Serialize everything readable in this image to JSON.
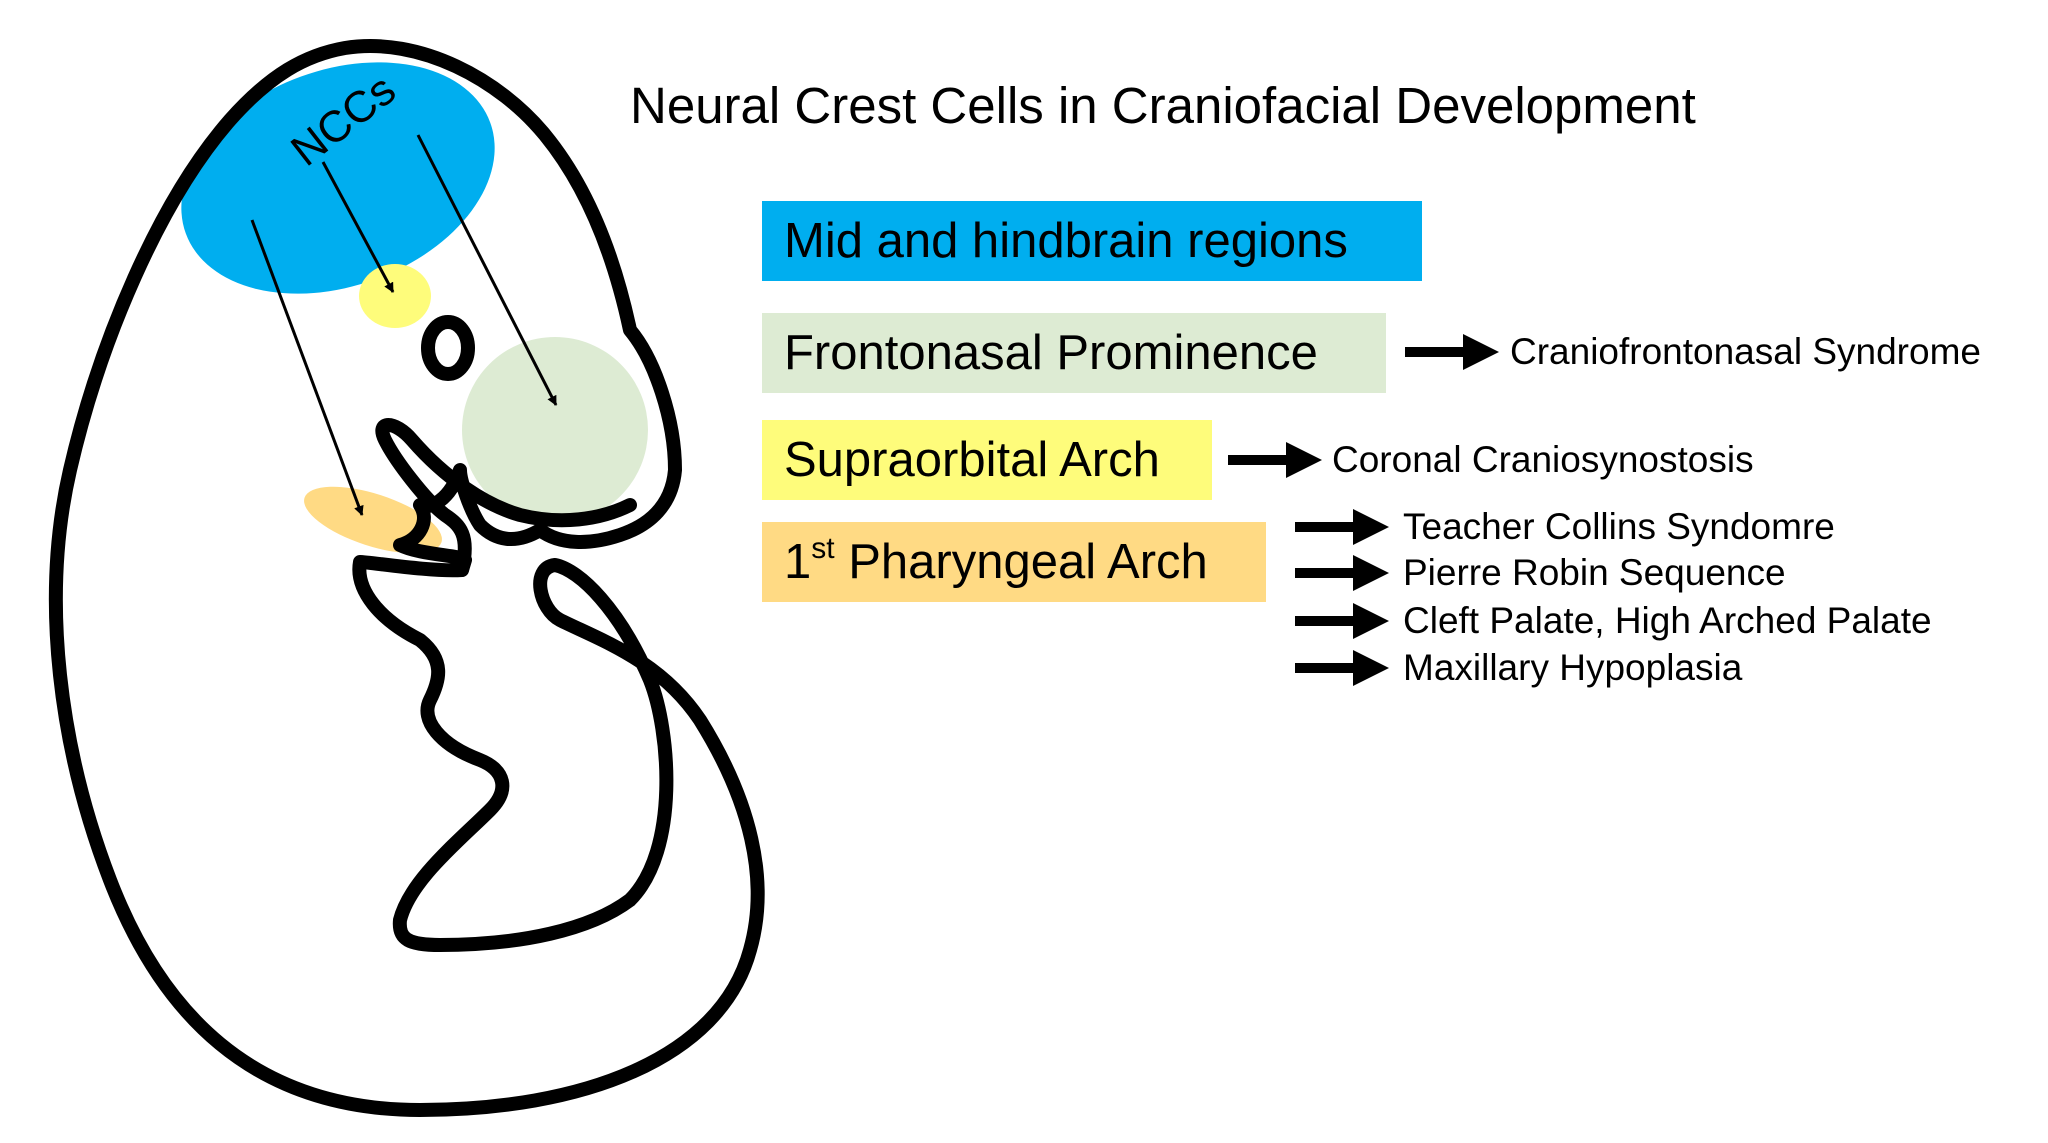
{
  "title": "Neural Crest Cells in Craniofacial Development",
  "embryo_label": "NCCs",
  "colors": {
    "ncc_blue": "#00AEEF",
    "frontonasal_green": "#DDEBD3",
    "supraorbital_yellow": "#FEFC7B",
    "pharyngeal_orange": "#FFDA84",
    "outline": "#000000"
  },
  "regions": {
    "mid_hindbrain": "Mid and hindbrain regions",
    "frontonasal": "Frontonasal Prominence",
    "supraorbital": "Supraorbital Arch",
    "pharyngeal_prefix": "1",
    "pharyngeal_sup": "st",
    "pharyngeal_suffix": " Pharyngeal Arch"
  },
  "outcomes": {
    "frontonasal": [
      "Craniofrontonasal Syndrome"
    ],
    "supraorbital": [
      "Coronal Craniosynostosis"
    ],
    "pharyngeal": [
      "Teacher Collins Syndomre",
      "Pierre Robin Sequence",
      "Cleft Palate, High Arched Palate",
      "Maxillary Hypoplasia"
    ]
  }
}
